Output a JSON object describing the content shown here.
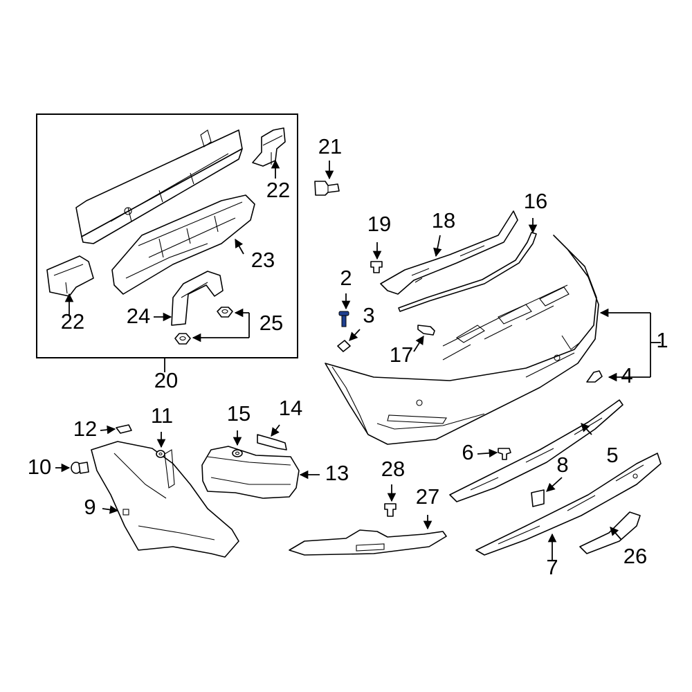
{
  "callouts": {
    "c1": "1",
    "c2": "2",
    "c3": "3",
    "c4": "4",
    "c5": "5",
    "c6": "6",
    "c7": "7",
    "c8": "8",
    "c9": "9",
    "c10": "10",
    "c11": "11",
    "c12": "12",
    "c13": "13",
    "c14": "14",
    "c15": "15",
    "c16": "16",
    "c17": "17",
    "c18": "18",
    "c19": "19",
    "c20": "20",
    "c21": "21",
    "c22a": "22",
    "c22b": "22",
    "c23": "23",
    "c24": "24",
    "c25": "25",
    "c26": "26",
    "c27": "27",
    "c28": "28"
  },
  "colors": {
    "line": "#000000",
    "background": "#ffffff",
    "highlight_part": "#1f3f8f"
  }
}
